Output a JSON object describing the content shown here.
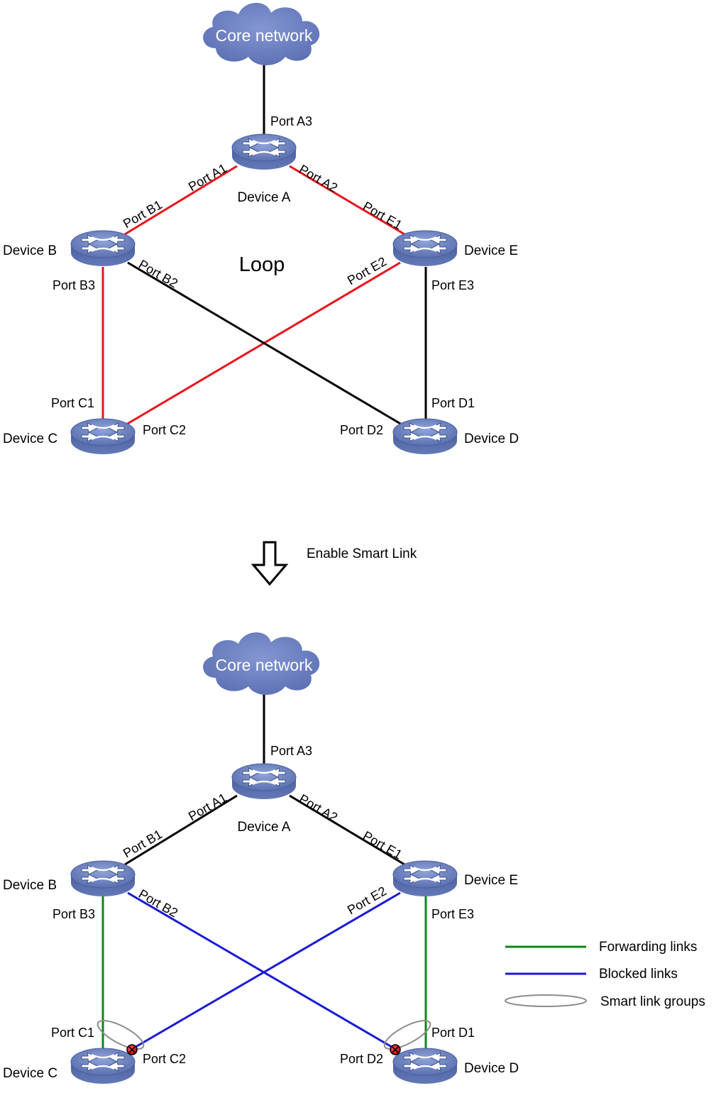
{
  "colors": {
    "loop_link": "#e8141c",
    "normal_link": "#000000",
    "forwarding": "#0a8a14",
    "blocked": "#1a1ad6",
    "smart_group": "#8c8c8c",
    "device_body": "#5a72b0",
    "cloud": "#6e82c4"
  },
  "icons": {
    "device": "switch-icon",
    "cloud": "cloud-icon",
    "blocked_port": "blocked-port-icon",
    "arrow": "down-arrow-icon"
  },
  "top": {
    "cloud_label": "Core network",
    "loop_label": "Loop",
    "devices": {
      "a": "Device A",
      "b": "Device B",
      "c": "Device C",
      "d": "Device D",
      "e": "Device E"
    },
    "ports": {
      "a1": "Port A1",
      "a2": "Port A2",
      "a3": "Port A3",
      "b1": "Port B1",
      "b2": "Port B2",
      "b3": "Port B3",
      "c1": "Port C1",
      "c2": "Port C2",
      "d1": "Port D1",
      "d2": "Port D2",
      "e1": "Port E1",
      "e2": "Port E2",
      "e3": "Port E3"
    }
  },
  "transition": {
    "label": "Enable Smart Link"
  },
  "bottom": {
    "cloud_label": "Core network",
    "devices": {
      "a": "Device A",
      "b": "Device B",
      "c": "Device C",
      "d": "Device D",
      "e": "Device E"
    },
    "ports": {
      "a1": "Port A1",
      "a2": "Port A2",
      "a3": "Port A3",
      "b1": "Port B1",
      "b2": "Port B2",
      "b3": "Port B3",
      "c1": "Port C1",
      "c2": "Port C2",
      "d1": "Port D1",
      "d2": "Port D2",
      "e1": "Port E1",
      "e2": "Port E2",
      "e3": "Port E3"
    }
  },
  "legend": {
    "forwarding": "Forwarding links",
    "blocked": "Blocked links",
    "smart_group": "Smart link groups"
  }
}
